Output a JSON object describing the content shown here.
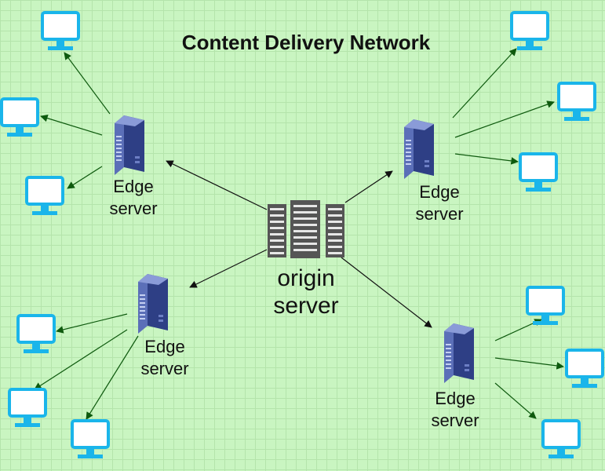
{
  "title": "Content Delivery Network",
  "origin": {
    "line1": "origin",
    "line2": "server"
  },
  "edges": [
    {
      "line1": "Edge",
      "line2": "server"
    },
    {
      "line1": "Edge",
      "line2": "server"
    },
    {
      "line1": "Edge",
      "line2": "server"
    },
    {
      "line1": "Edge",
      "line2": "server"
    }
  ],
  "colors": {
    "monitor": "#1ab5ea",
    "server_body": "#2e3f85",
    "origin_icon": "#555555",
    "arrow_black": "#111111",
    "arrow_green": "#0e5a0e"
  }
}
